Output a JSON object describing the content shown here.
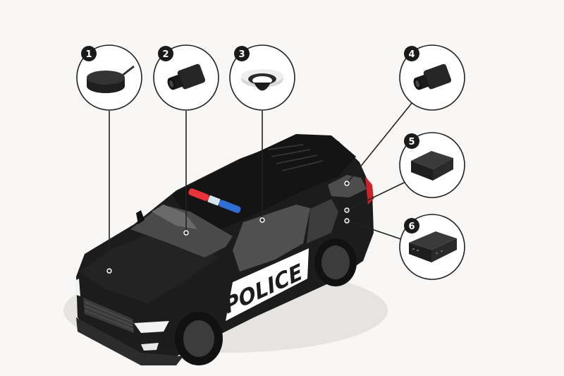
{
  "diagram": {
    "subject": "Police SUV with mounted devices",
    "vehicle_label": "POLICE",
    "colors": {
      "background": "#f8f7f5",
      "vehicle_body": "#1a1a1a",
      "badge": "#1a1a1a",
      "light_bar_red": "#e8333a",
      "light_bar_blue": "#2f6fd6",
      "leader_line": "#222222"
    },
    "callouts": [
      {
        "number": "1",
        "device": "antenna-puck",
        "mount": "hood"
      },
      {
        "number": "2",
        "device": "bullet-camera",
        "mount": "windshield"
      },
      {
        "number": "3",
        "device": "dome-camera",
        "mount": "cabin-ceiling"
      },
      {
        "number": "4",
        "device": "bullet-camera",
        "mount": "rear-window"
      },
      {
        "number": "5",
        "device": "recorder-box",
        "mount": "rear-compartment"
      },
      {
        "number": "6",
        "device": "computer-box",
        "mount": "rear-compartment"
      }
    ]
  }
}
